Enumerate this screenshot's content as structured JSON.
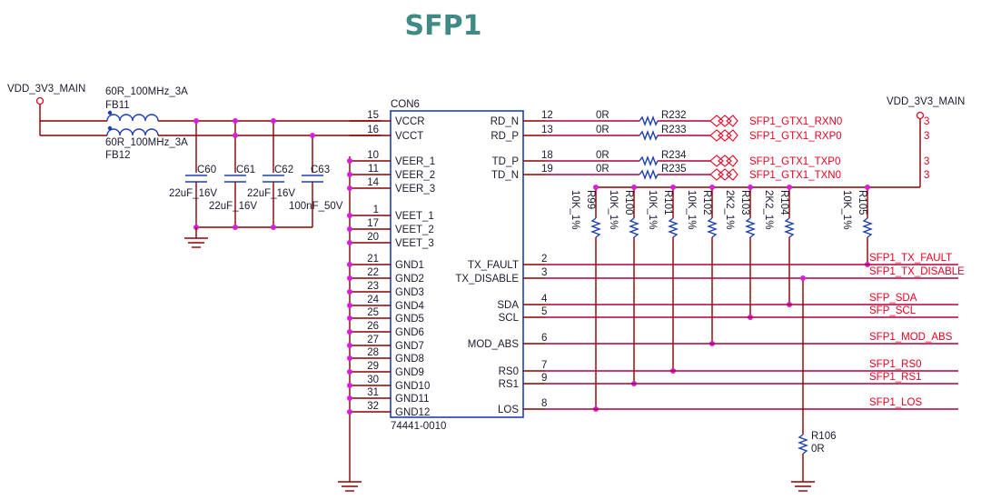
{
  "title": "SFP1",
  "power": {
    "left": "VDD_3V3_MAIN",
    "right": "VDD_3V3_MAIN"
  },
  "ferrites": [
    {
      "value": "60R_100MHz_3A",
      "ref": "FB11"
    },
    {
      "value": "60R_100MHz_3A",
      "ref": "FB12"
    }
  ],
  "capacitors": [
    {
      "ref": "C60",
      "value": "22uF_16V"
    },
    {
      "ref": "C61",
      "value": "22uF_16V"
    },
    {
      "ref": "C62",
      "value": "22uF_16V"
    },
    {
      "ref": "C63",
      "value": "100nF_50V"
    }
  ],
  "connector": {
    "ref": "CON6",
    "part": "74441-0010"
  },
  "left_pins": [
    {
      "num": "15",
      "name": "VCCR"
    },
    {
      "num": "16",
      "name": "VCCT"
    },
    {
      "num": "10",
      "name": "VEER_1"
    },
    {
      "num": "11",
      "name": "VEER_2"
    },
    {
      "num": "14",
      "name": "VEER_3"
    },
    {
      "num": "1",
      "name": "VEET_1"
    },
    {
      "num": "17",
      "name": "VEET_2"
    },
    {
      "num": "20",
      "name": "VEET_3"
    },
    {
      "num": "21",
      "name": "GND1"
    },
    {
      "num": "22",
      "name": "GND2"
    },
    {
      "num": "23",
      "name": "GND3"
    },
    {
      "num": "24",
      "name": "GND4"
    },
    {
      "num": "25",
      "name": "GND5"
    },
    {
      "num": "26",
      "name": "GND6"
    },
    {
      "num": "27",
      "name": "GND7"
    },
    {
      "num": "28",
      "name": "GND8"
    },
    {
      "num": "29",
      "name": "GND9"
    },
    {
      "num": "30",
      "name": "GND10"
    },
    {
      "num": "31",
      "name": "GND11"
    },
    {
      "num": "32",
      "name": "GND12"
    }
  ],
  "right_pins": [
    {
      "num": "12",
      "name": "RD_N"
    },
    {
      "num": "13",
      "name": "RD_P"
    },
    {
      "num": "18",
      "name": "TD_P"
    },
    {
      "num": "19",
      "name": "TD_N"
    },
    {
      "num": "2",
      "name": "TX_FAULT"
    },
    {
      "num": "3",
      "name": "TX_DISABLE"
    },
    {
      "num": "4",
      "name": "SDA"
    },
    {
      "num": "5",
      "name": "SCL"
    },
    {
      "num": "6",
      "name": "MOD_ABS"
    },
    {
      "num": "7",
      "name": "RS0"
    },
    {
      "num": "9",
      "name": "RS1"
    },
    {
      "num": "8",
      "name": "LOS"
    }
  ],
  "series_resistors": [
    {
      "ref": "R232",
      "value": "0R",
      "net": "SFP1_GTX1_RXN0",
      "sheet": "3"
    },
    {
      "ref": "R233",
      "value": "0R",
      "net": "SFP1_GTX1_RXP0",
      "sheet": "3"
    },
    {
      "ref": "R234",
      "value": "0R",
      "net": "SFP1_GTX1_TXP0",
      "sheet": "3"
    },
    {
      "ref": "R235",
      "value": "0R",
      "net": "SFP1_GTX1_TXN0",
      "sheet": "3"
    }
  ],
  "pullups": [
    {
      "ref": "R99",
      "value": "10K_1%"
    },
    {
      "ref": "R100",
      "value": "10K_1%"
    },
    {
      "ref": "R101",
      "value": "10K_1%"
    },
    {
      "ref": "R102",
      "value": "10K_1%"
    },
    {
      "ref": "R103",
      "value": "2K2_1%"
    },
    {
      "ref": "R104",
      "value": "2K2_1%"
    },
    {
      "ref": "R105",
      "value": "10K_1%"
    }
  ],
  "signal_nets": [
    "SFP1_TX_FAULT",
    "SFP1_TX_DISABLE",
    "SFP_SDA",
    "SFP_SCL",
    "SFP1_MOD_ABS",
    "SFP1_RS0",
    "SFP1_RS1",
    "SFP1_LOS"
  ],
  "pulldown": {
    "ref": "R106",
    "value": "0R"
  }
}
